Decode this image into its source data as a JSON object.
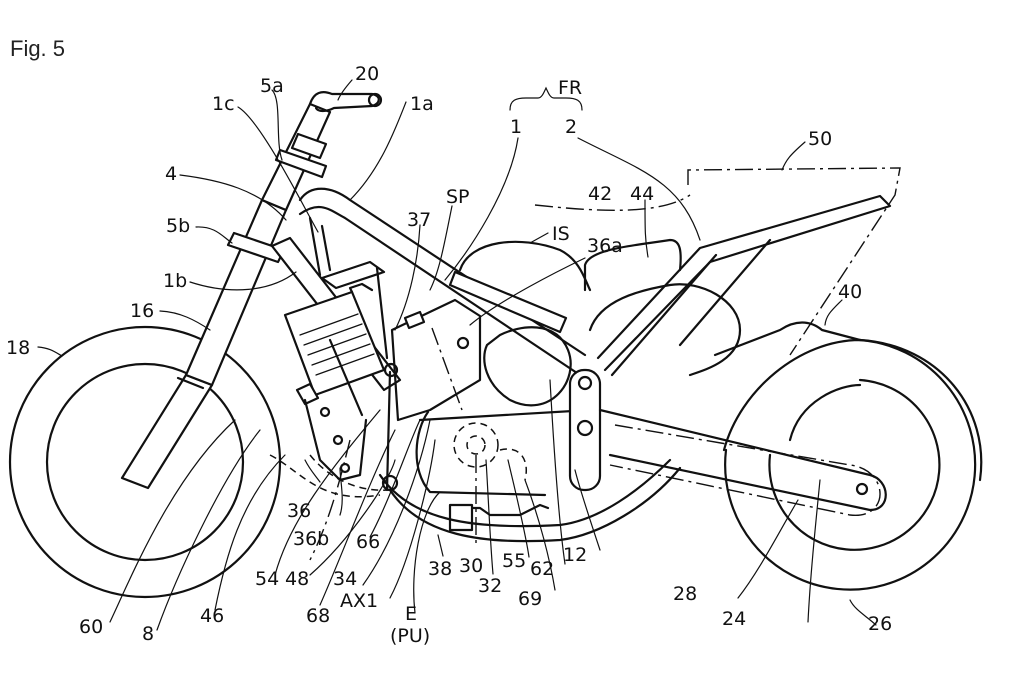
{
  "figure": {
    "title": "Fig. 5",
    "subject": "motorcycle side view (patent drawing)",
    "bracket_label": "FR",
    "engine_label": "E",
    "engine_sublabel": "(PU)"
  },
  "labels": {
    "l20": "20",
    "l5a": "5a",
    "l1c": "1c",
    "l1a": "1a",
    "l4": "4",
    "l5b": "5b",
    "l1b": "1b",
    "l16": "16",
    "l18": "18",
    "l37": "37",
    "lSP": "SP",
    "l1": "1",
    "l2": "2",
    "l42": "42",
    "l44": "44",
    "lIS": "IS",
    "l36a": "36a",
    "l50": "50",
    "l40": "40",
    "l36": "36",
    "l36b": "36b",
    "l54": "54",
    "l48": "48",
    "l66": "66",
    "l34": "34",
    "l68": "68",
    "lAX1": "AX1",
    "l38": "38",
    "l30": "30",
    "l32": "32",
    "l55": "55",
    "l62": "62",
    "l69": "69",
    "l12": "12",
    "l28": "28",
    "l24": "24",
    "l26": "26",
    "l60": "60",
    "l8": "8",
    "l46": "46"
  }
}
